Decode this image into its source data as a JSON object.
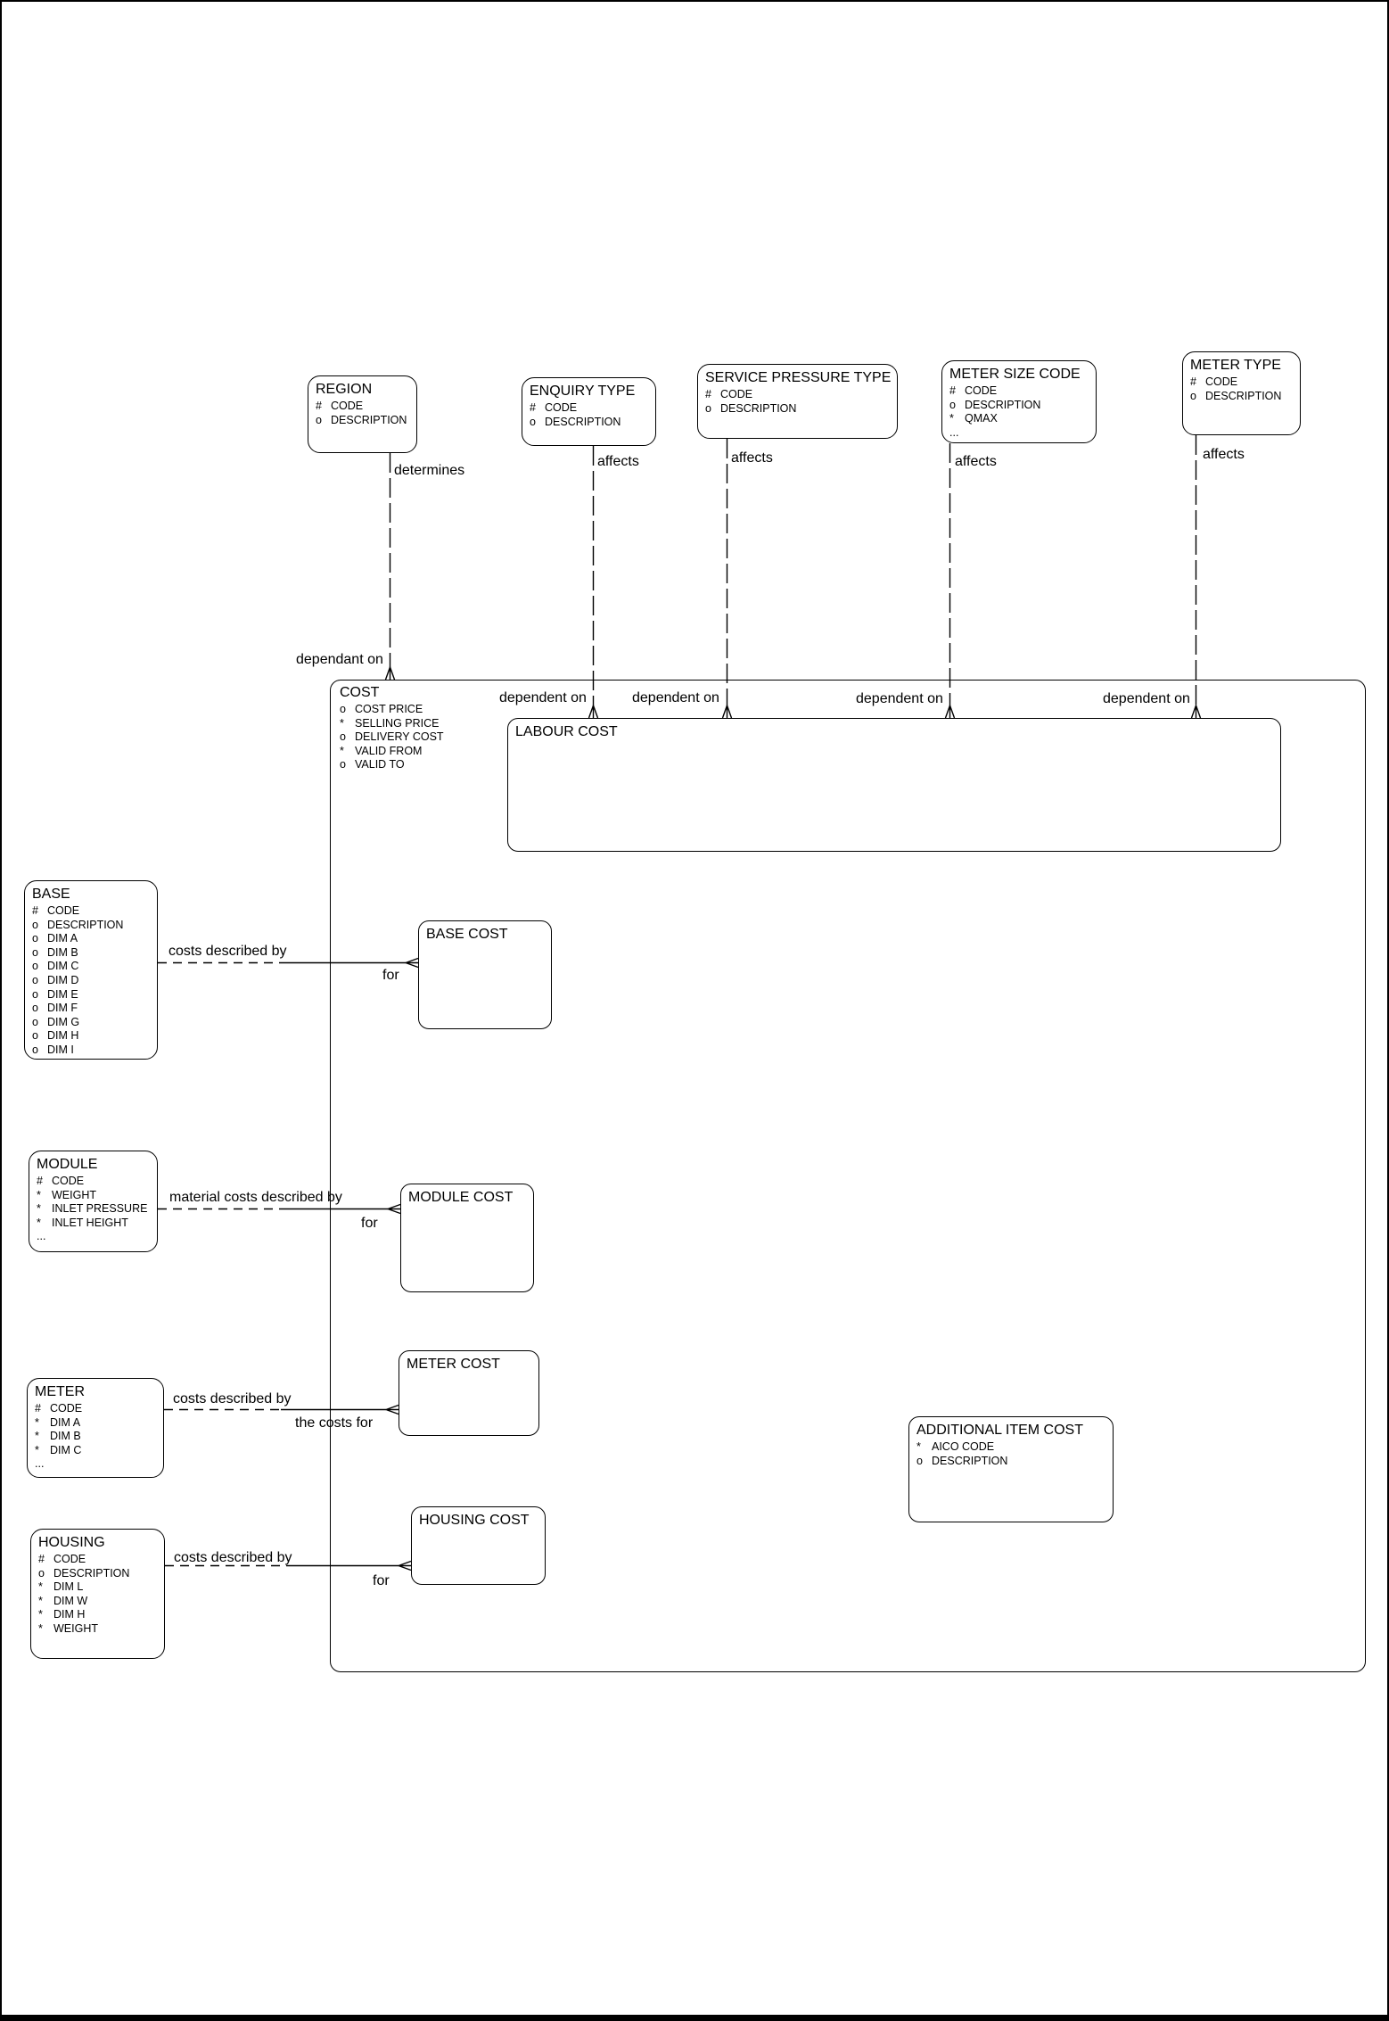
{
  "colors": {
    "line": "#000000",
    "background": "#ffffff",
    "text": "#000000"
  },
  "entities": {
    "region": {
      "title": "REGION",
      "attrs": [
        {
          "t": "#",
          "n": "CODE"
        },
        {
          "t": "o",
          "n": "DESCRIPTION"
        }
      ]
    },
    "enquiry_type": {
      "title": "ENQUIRY TYPE",
      "attrs": [
        {
          "t": "#",
          "n": "CODE"
        },
        {
          "t": "o",
          "n": "DESCRIPTION"
        }
      ]
    },
    "service_pressure_type": {
      "title": "SERVICE PRESSURE TYPE",
      "attrs": [
        {
          "t": "#",
          "n": "CODE"
        },
        {
          "t": "o",
          "n": "DESCRIPTION"
        }
      ]
    },
    "meter_size_code": {
      "title": "METER SIZE CODE",
      "attrs": [
        {
          "t": "#",
          "n": "CODE"
        },
        {
          "t": "o",
          "n": "DESCRIPTION"
        },
        {
          "t": "*",
          "n": "QMAX"
        },
        {
          "t": "...",
          "n": ""
        }
      ]
    },
    "meter_type": {
      "title": "METER TYPE",
      "attrs": [
        {
          "t": "#",
          "n": "CODE"
        },
        {
          "t": "o",
          "n": "DESCRIPTION"
        }
      ]
    },
    "cost": {
      "title": "COST",
      "attrs": [
        {
          "t": "o",
          "n": "COST PRICE"
        },
        {
          "t": "*",
          "n": "SELLING PRICE"
        },
        {
          "t": "o",
          "n": "DELIVERY COST"
        },
        {
          "t": "*",
          "n": "VALID FROM"
        },
        {
          "t": "o",
          "n": "VALID TO"
        }
      ]
    },
    "labour_cost": {
      "title": "LABOUR COST",
      "attrs": []
    },
    "base": {
      "title": "BASE",
      "attrs": [
        {
          "t": "#",
          "n": "CODE"
        },
        {
          "t": "o",
          "n": "DESCRIPTION"
        },
        {
          "t": "o",
          "n": "DIM A"
        },
        {
          "t": "o",
          "n": "DIM B"
        },
        {
          "t": "o",
          "n": "DIM C"
        },
        {
          "t": "o",
          "n": "DIM D"
        },
        {
          "t": "o",
          "n": "DIM E"
        },
        {
          "t": "o",
          "n": "DIM F"
        },
        {
          "t": "o",
          "n": "DIM G"
        },
        {
          "t": "o",
          "n": "DIM H"
        },
        {
          "t": "o",
          "n": "DIM I"
        }
      ]
    },
    "base_cost": {
      "title": "BASE COST",
      "attrs": []
    },
    "module": {
      "title": "MODULE",
      "attrs": [
        {
          "t": "#",
          "n": "CODE"
        },
        {
          "t": "*",
          "n": "WEIGHT"
        },
        {
          "t": "*",
          "n": "INLET PRESSURE"
        },
        {
          "t": "*",
          "n": "INLET HEIGHT"
        },
        {
          "t": "...",
          "n": ""
        }
      ]
    },
    "module_cost": {
      "title": "MODULE COST",
      "attrs": []
    },
    "meter": {
      "title": "METER",
      "attrs": [
        {
          "t": "#",
          "n": "CODE"
        },
        {
          "t": "*",
          "n": "DIM A"
        },
        {
          "t": "*",
          "n": "DIM B"
        },
        {
          "t": "*",
          "n": "DIM C"
        },
        {
          "t": "...",
          "n": ""
        }
      ]
    },
    "meter_cost": {
      "title": "METER COST",
      "attrs": []
    },
    "housing": {
      "title": "HOUSING",
      "attrs": [
        {
          "t": "#",
          "n": "CODE"
        },
        {
          "t": "o",
          "n": "DESCRIPTION"
        },
        {
          "t": "*",
          "n": "DIM L"
        },
        {
          "t": "*",
          "n": "DIM W"
        },
        {
          "t": "*",
          "n": "DIM H"
        },
        {
          "t": "*",
          "n": "WEIGHT"
        }
      ]
    },
    "housing_cost": {
      "title": "HOUSING COST",
      "attrs": []
    },
    "additional_item_cost": {
      "title": "ADDITIONAL ITEM COST",
      "attrs": [
        {
          "t": "*",
          "n": "AICO CODE"
        },
        {
          "t": "o",
          "n": "DESCRIPTION"
        }
      ]
    }
  },
  "labels": {
    "determines": "determines",
    "dependant_on": "dependant on",
    "affects": "affects",
    "dependent_on": "dependent on",
    "costs_described_by": "costs described by",
    "material_costs_described_by": "material costs described by",
    "the_costs_for": "the costs for",
    "for": "for"
  }
}
